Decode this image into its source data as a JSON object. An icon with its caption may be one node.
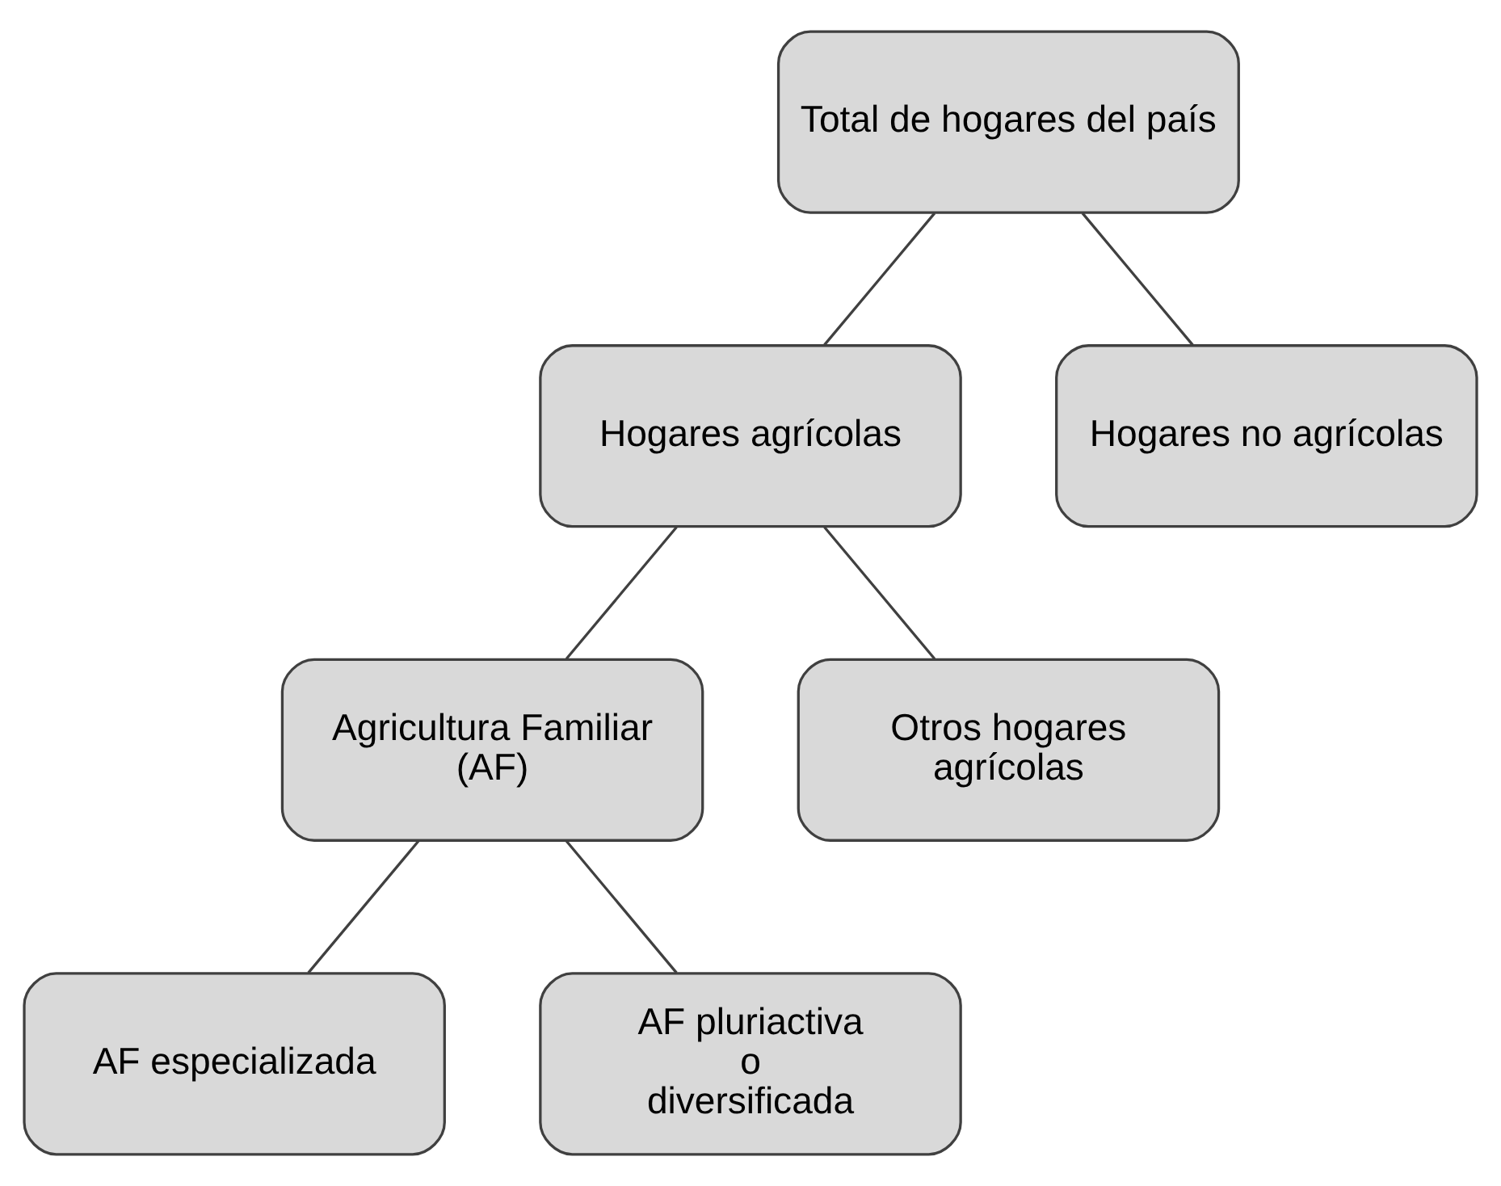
{
  "diagram": {
    "nodes": [
      {
        "text": [
          "Total de hogares del país"
        ]
      },
      {
        "text": [
          "Hogares agrícolas"
        ]
      },
      {
        "text": [
          "Hogares no agrícolas"
        ]
      },
      {
        "text": [
          "Agricultura Familiar (AF)"
        ]
      },
      {
        "text": [
          "Otros hogares agrícolas"
        ]
      },
      {
        "text": [
          "AF especializada"
        ]
      },
      {
        "text": [
          "AF pluriactiva o diversificada"
        ]
      }
    ],
    "edges": [
      {
        "from": 0,
        "to": 1,
        "arrow": "none"
      },
      {
        "from": 0,
        "to": 2,
        "arrow": "none"
      },
      {
        "from": 1,
        "to": 3,
        "arrow": "none"
      },
      {
        "from": 1,
        "to": 4,
        "arrow": "none"
      },
      {
        "from": 3,
        "to": 5,
        "arrow": "none"
      },
      {
        "from": 3,
        "to": 6,
        "arrow": "none"
      }
    ]
  }
}
